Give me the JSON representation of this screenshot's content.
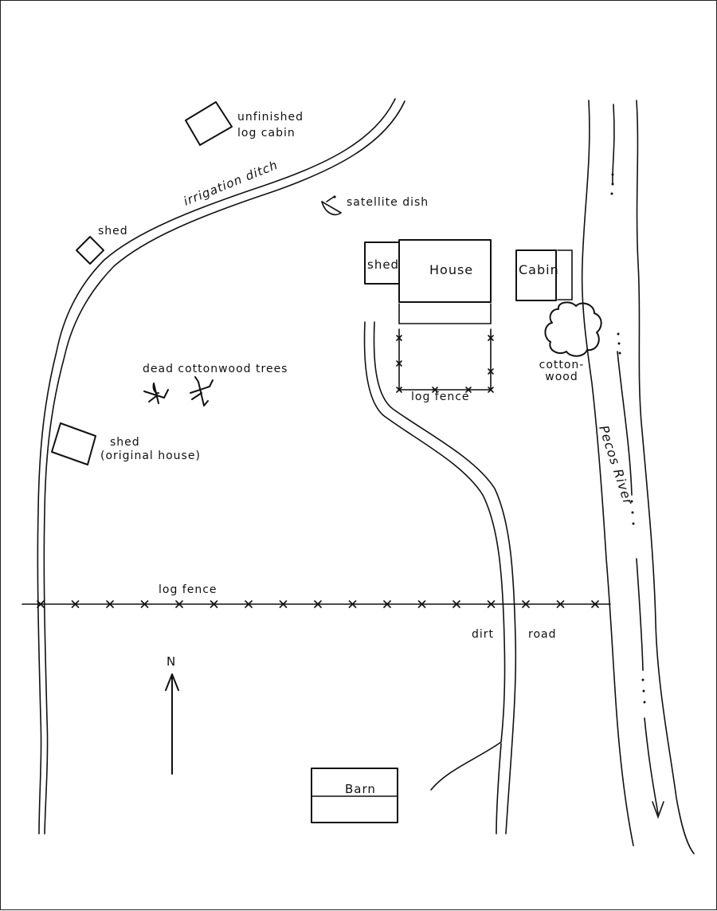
{
  "labels": {
    "unfinished_log_cabin": [
      "unfinished",
      "log cabin"
    ],
    "irrigation_ditch": "irrigation  ditch",
    "satellite_dish": "satellite dish",
    "shed_north": "shed",
    "shed_by_house": "shed",
    "house": "House",
    "cabin": "Cabin",
    "cottonwood": [
      "cotton-",
      "wood"
    ],
    "log_fence_yard": "log  fence",
    "dead_cottonwood_trees": "dead  cottonwood  trees",
    "shed_original_house": [
      "shed",
      "(original house)"
    ],
    "log_fence": "log  fence",
    "pecos_river": "Pecos   River",
    "dirt_road": [
      "dirt",
      "road"
    ],
    "north": "N",
    "barn": "Barn"
  },
  "colors": {
    "ink": "#111111",
    "background": "#ffffff"
  }
}
